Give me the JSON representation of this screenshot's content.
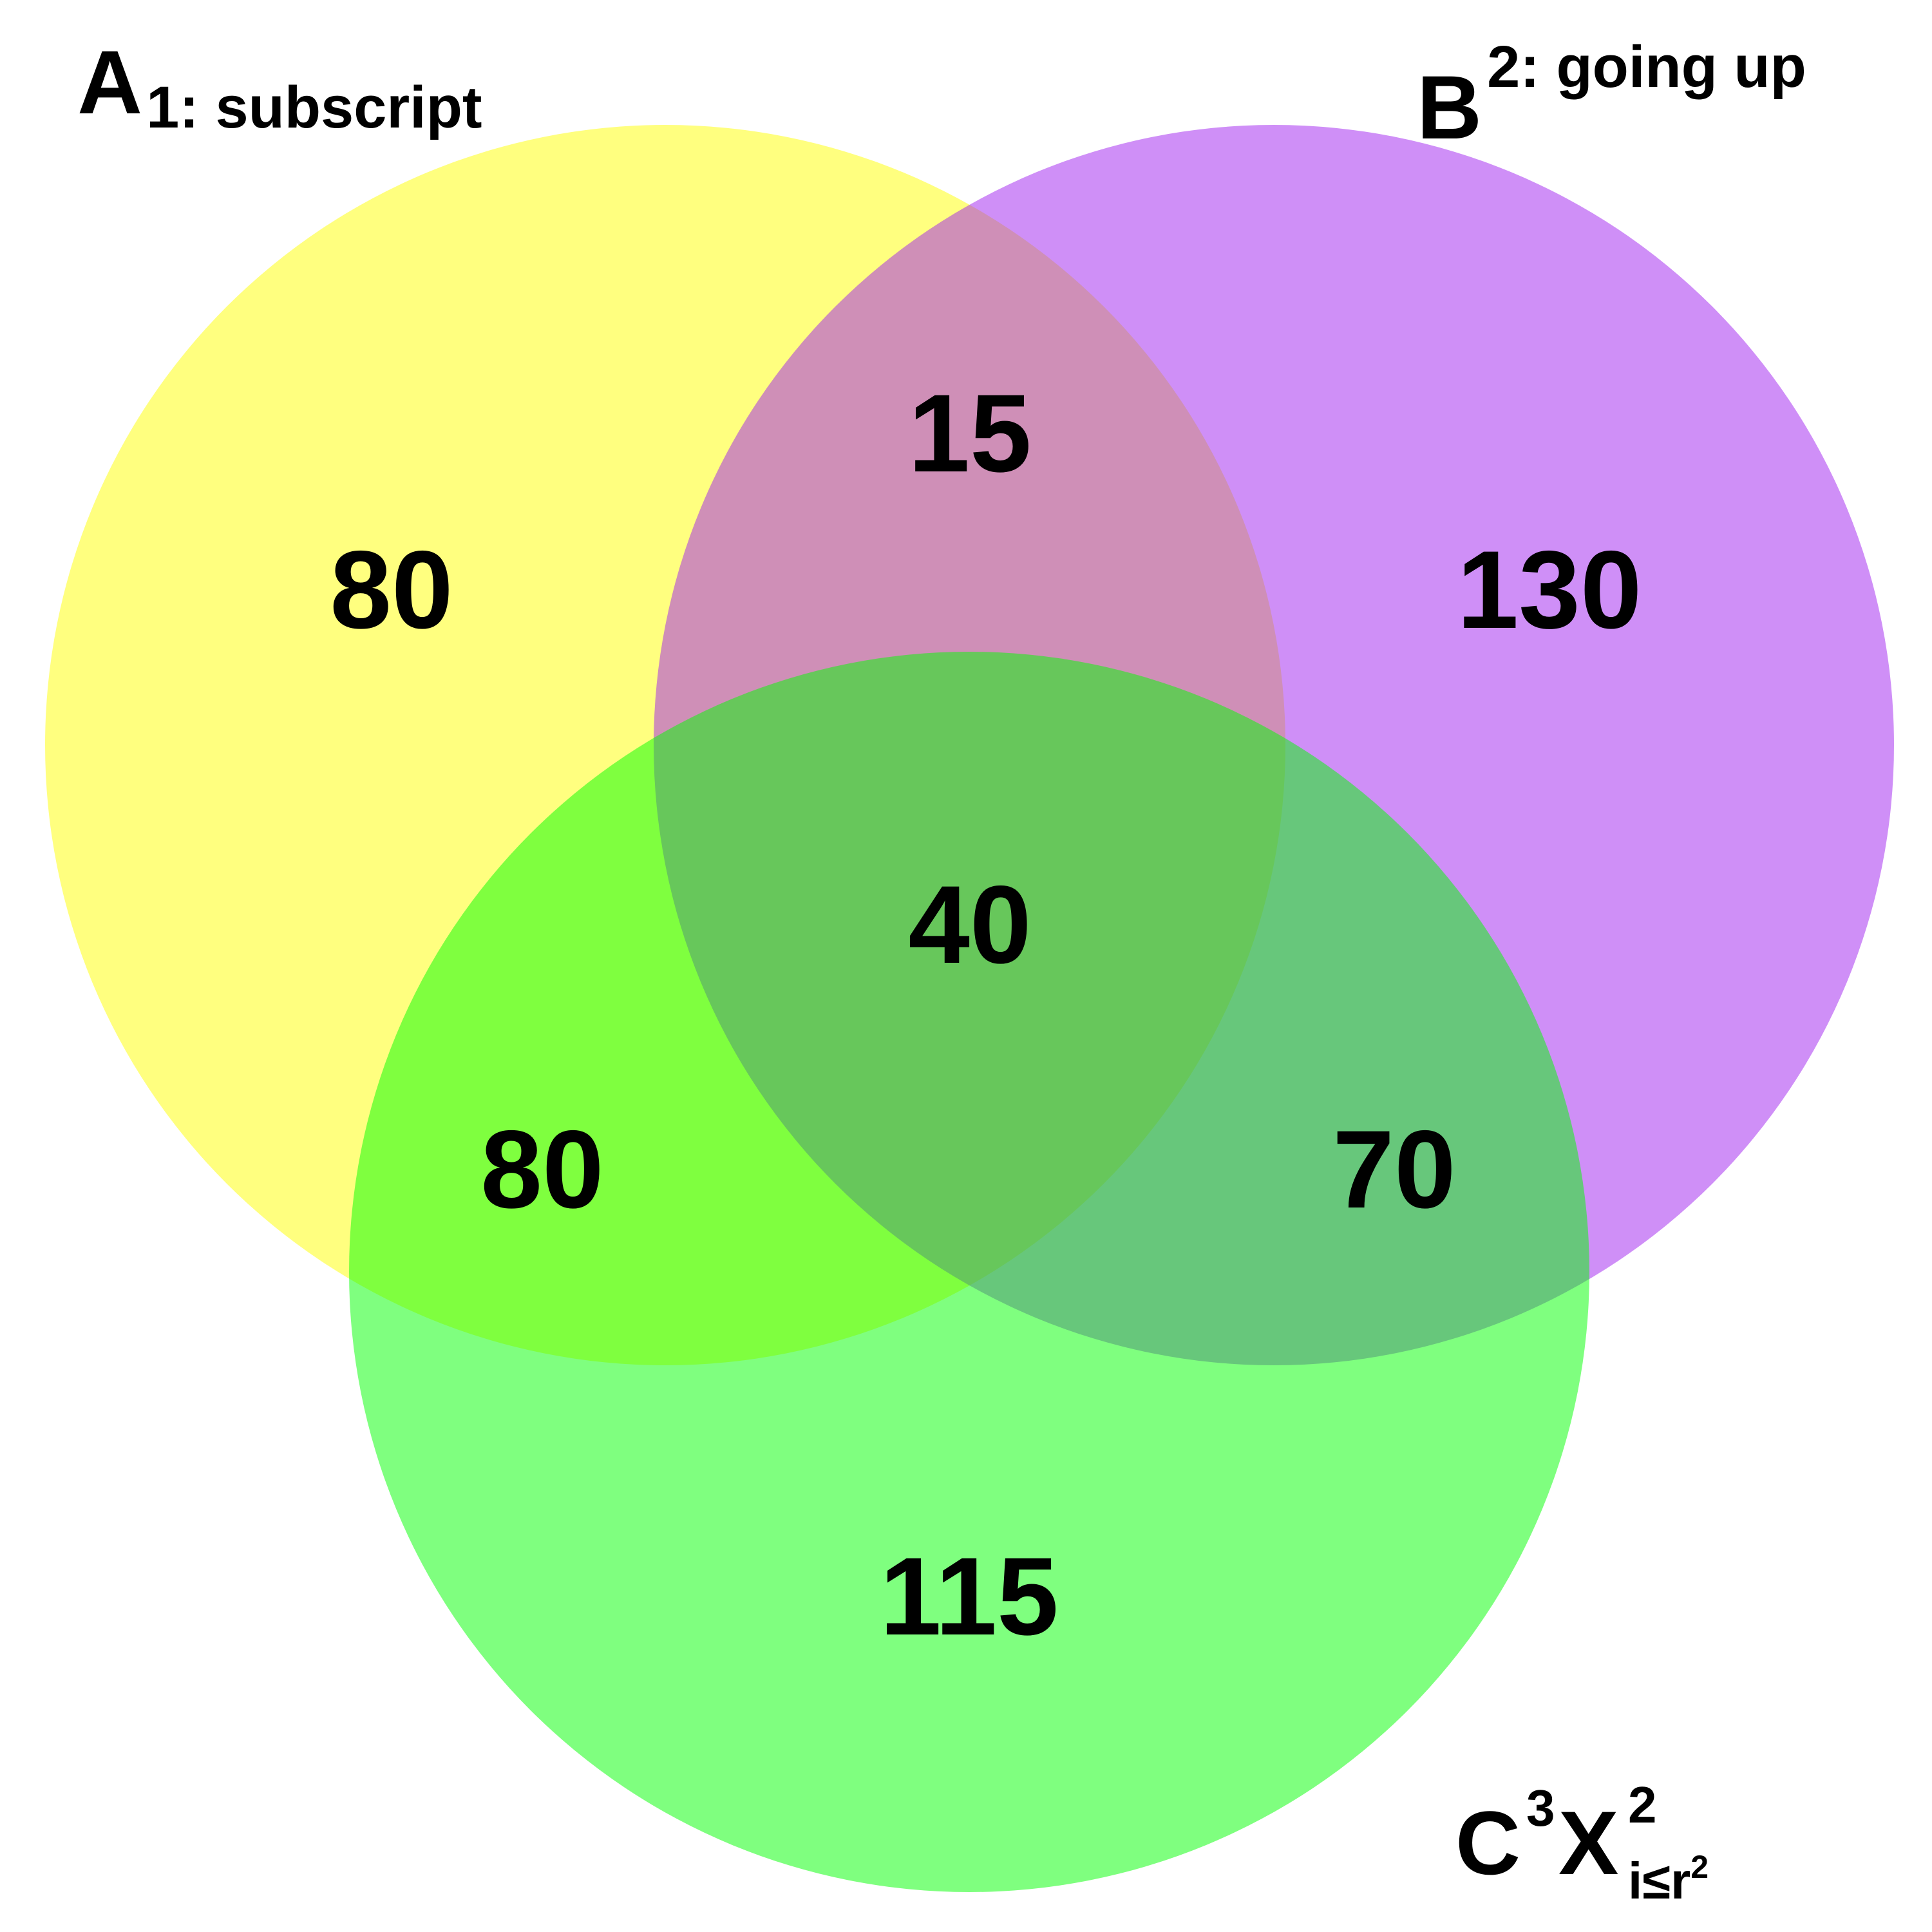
{
  "sets": [
    {
      "id": "A",
      "color": "#FFFF00",
      "label": {
        "main": "A",
        "subscript": "1: subscript"
      }
    },
    {
      "id": "B",
      "color": "#A020F0",
      "label": {
        "main": "B",
        "superscript": "2: going up"
      }
    },
    {
      "id": "C",
      "color": "#00FF00",
      "label": {
        "main": "C",
        "sup1": "3",
        "var": "X",
        "sup2": "2",
        "sub_i": "i",
        "sub_le": "≤",
        "sub_r": "r",
        "sub_r_sup": "2"
      }
    }
  ],
  "fill_opacity": 0.5,
  "regions": {
    "A_only": "80",
    "B_only": "130",
    "C_only": "115",
    "A_B": "15",
    "A_C": "80",
    "B_C": "70",
    "A_B_C": "40"
  }
}
